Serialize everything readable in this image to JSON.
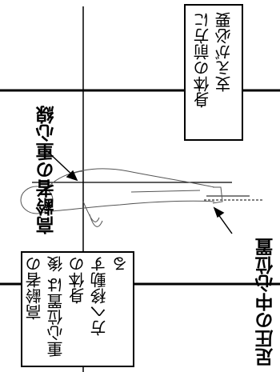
{
  "labels": {
    "center_line": "高齢者の重心線",
    "pressure_center": "足圧の中心位置"
  },
  "boxes": {
    "support_note": [
      "身体の前方に",
      "支えが必要"
    ],
    "shift_note": [
      "高齢者の",
      "重心位置は 後",
      "身体の",
      "方へ移動す",
      "る"
    ]
  }
}
